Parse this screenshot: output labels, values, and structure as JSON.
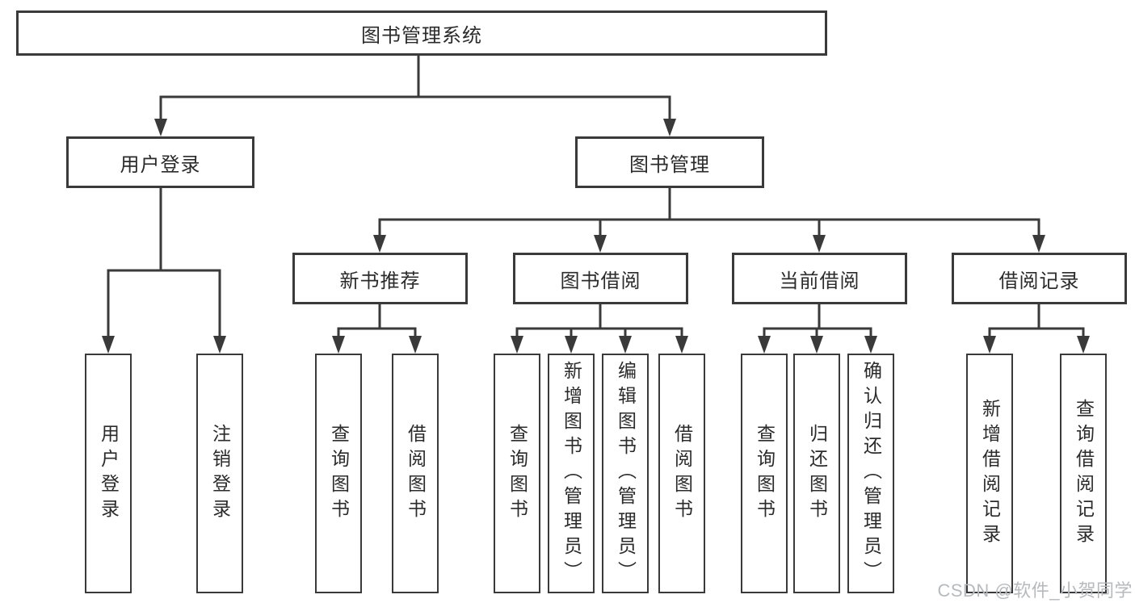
{
  "diagram": {
    "root": {
      "label": "图书管理系统"
    },
    "level1": [
      {
        "label": "用户登录"
      },
      {
        "label": "图书管理"
      }
    ],
    "level2": [
      {
        "label": "新书推荐"
      },
      {
        "label": "图书借阅"
      },
      {
        "label": "当前借阅"
      },
      {
        "label": "借阅记录"
      }
    ],
    "leaves": {
      "user_login": [
        "用户登录",
        "注销登录"
      ],
      "new_book_rec": [
        "查询图书",
        "借阅图书"
      ],
      "book_borrow": [
        "查询图书",
        "新增图书（管理员）",
        "编辑图书（管理员）",
        "借阅图书"
      ],
      "current_borrow": [
        "查询图书",
        "归还图书",
        "确认归还（管理员）"
      ],
      "borrow_records": [
        "新增借阅记录",
        "查询借阅记录"
      ]
    }
  },
  "watermark": {
    "text": "CSDN @软件_小贺同学"
  },
  "colors": {
    "background": "#ffffff",
    "line": "#3a3a3a",
    "box_border": "#3a3a3a",
    "box_fill": "#ffffff",
    "text": "#2b2b2b",
    "watermark": "#b7babc"
  }
}
